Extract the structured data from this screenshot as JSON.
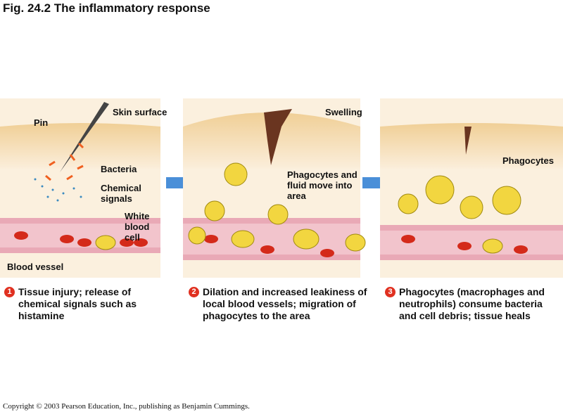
{
  "title": "Fig. 24.2 The inflammatory response",
  "panel1": {
    "labels": {
      "pin": "Pin",
      "skin": "Skin surface",
      "bacteria": "Bacteria",
      "chem": "Chemical signals",
      "wbc": "White blood cell",
      "vessel": "Blood vessel"
    }
  },
  "panel2": {
    "labels": {
      "swelling": "Swelling",
      "phago": "Phagocytes and fluid move into area"
    }
  },
  "panel3": {
    "labels": {
      "phago": "Phagocytes"
    }
  },
  "captions": [
    {
      "num": "1",
      "text": "Tissue injury; release of chemical signals such as histamine"
    },
    {
      "num": "2",
      "text": "Dilation and increased leakiness of local blood vessels; migration of phagocytes to the area"
    },
    {
      "num": "3",
      "text": "Phagocytes (macrophages and neutrophils) consume bacteria and cell debris; tissue heals"
    }
  ],
  "copyright": "Copyright © 2003 Pearson Education, Inc., publishing as Benjamin Cummings.",
  "colors": {
    "skin": "#f3d9a8",
    "tissue": "#fbe9cc",
    "vessel": "#e8a8b0",
    "rbc": "#d42a1a",
    "wbc": "#f2d640",
    "arrow": "#4a8fd8",
    "bacteria": "#f06020",
    "signal": "#3a8ac0"
  }
}
